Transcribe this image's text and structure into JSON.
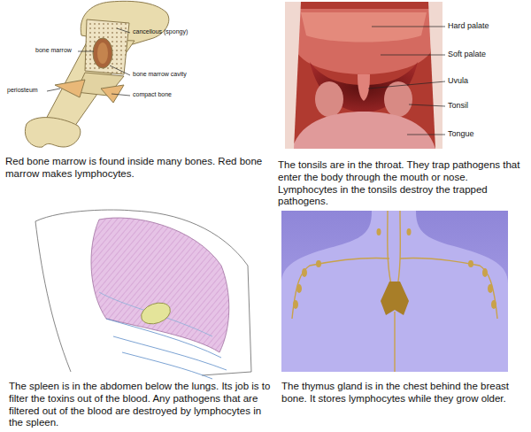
{
  "diagram": {
    "labels": [
      "bone marrow",
      "cancellous (spongy)",
      "bone marrow cavity",
      "periosteum",
      "compact bone",
      "Red bone marrow is found inside many bones. Red bone marrow makes lymphocytes.",
      "Hard palate",
      "Soft palate",
      "Uvula",
      "Tonsil",
      "Tongue",
      "The tonsils are in the throat. They trap pathogens that enter the body through the mouth or nose. Lymphocytes in the tonsils destroy the trapped pathogens.",
      "The spleen is in the abdomen below the lungs. Its job is to filter the toxins out of the blood. Any pathogens that are filtered out of the blood are destroyed by lymphocytes in the spleen.",
      "The thymus gland is in the chest behind the breast bone. It stores lymphocytes while they grow older."
    ]
  }
}
